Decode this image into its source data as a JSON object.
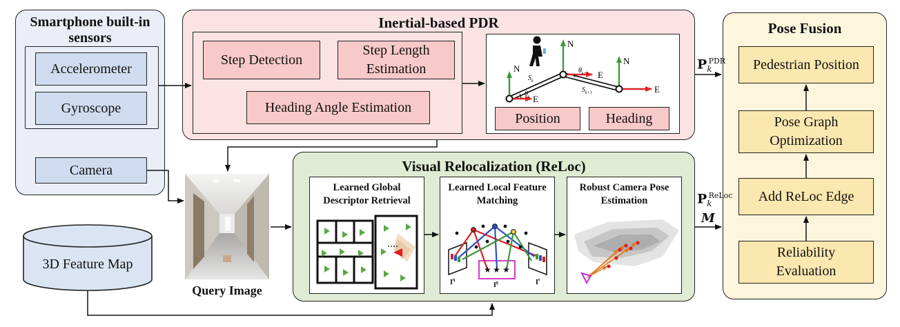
{
  "sensors": {
    "title": "Smartphone built-in sensors",
    "accelerometer": "Accelerometer",
    "gyroscope": "Gyroscope",
    "camera": "Camera"
  },
  "feature_map": {
    "label": "3D Feature Map"
  },
  "query_image": {
    "label": "Query Image"
  },
  "pdr": {
    "title": "Inertial-based PDR",
    "step_detection": "Step Detection",
    "step_length": "Step Length Estimation",
    "heading_angle": "Heading Angle Estimation",
    "position": "Position",
    "heading": "Heading",
    "axis_n": "N",
    "axis_e": "E",
    "s_k": "S",
    "s_k_sub": "k",
    "s_k1": "S",
    "s_k1_sub": "k+1",
    "theta": "θ",
    "theta_k": "k",
    "theta_k1": "k+1"
  },
  "reloc": {
    "title": "Visual Relocalization (ReLoc)",
    "global_retrieval": "Learned Global Descriptor Retrieval",
    "local_matching": "Learned Local Feature Matching",
    "pose_estimation": "Robust Camera Pose Estimation",
    "img_q": "I",
    "img_q_sup": "q",
    "img_r": "I",
    "img_r_sup": "r",
    "img_g": "I",
    "img_g_sup": "g"
  },
  "fusion": {
    "title": "Pose Fusion",
    "pedestrian_position": "Pedestrian Position",
    "pose_graph": "Pose Graph Optimization",
    "add_reloc": "Add ReLoc Edge",
    "reliability": "Reliability Evaluation"
  },
  "signals": {
    "p_symbol": "P",
    "p_sub": "k",
    "pdr_sup": "PDR",
    "reloc_sup": "ReLoc",
    "m_symbol": "M"
  },
  "colors": {
    "sensor_panel": "#e9eef7",
    "sensor_box": "#cfdcef",
    "pdr_panel": "#fbe3e3",
    "pdr_box": "#f7c9c8",
    "reloc_panel": "#dfecd3",
    "fusion_panel": "#fdf6dc",
    "fusion_box": "#fbe7b0",
    "red": "#d92222",
    "green": "#2f9a2f",
    "blue": "#2950c7"
  }
}
